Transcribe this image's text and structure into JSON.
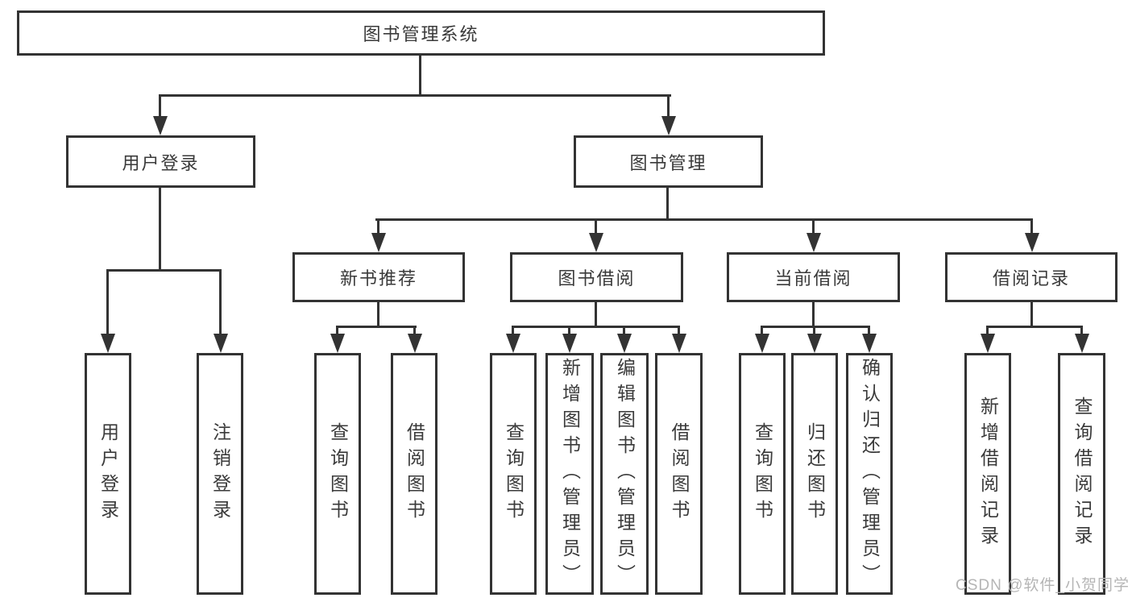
{
  "diagram_type": "hierarchy-tree",
  "root": {
    "label": "图书管理系统"
  },
  "level2": {
    "user_login": {
      "label": "用户登录"
    },
    "book_mgmt": {
      "label": "图书管理"
    }
  },
  "level3": {
    "new_book": {
      "label": "新书推荐"
    },
    "book_borrow": {
      "label": "图书借阅"
    },
    "current_borrow": {
      "label": "当前借阅"
    },
    "borrow_record": {
      "label": "借阅记录"
    }
  },
  "leaves": {
    "user_login": [
      "用户登录",
      "注销登录"
    ],
    "new_book": [
      "查询图书",
      "借阅图书"
    ],
    "book_borrow": [
      "查询图书",
      "新增图书（管理员）",
      "编辑图书（管理员）",
      "借阅图书"
    ],
    "current_borrow": [
      "查询图书",
      "归还图书",
      "确认归还（管理员）"
    ],
    "borrow_record": [
      "新增借阅记录",
      "查询借阅记录"
    ]
  },
  "watermark": "CSDN @软件_小贺同学",
  "colors": {
    "line": "#333333",
    "text": "#3a3a3a",
    "watermark": "#b5b5b5",
    "background": "#ffffff"
  }
}
